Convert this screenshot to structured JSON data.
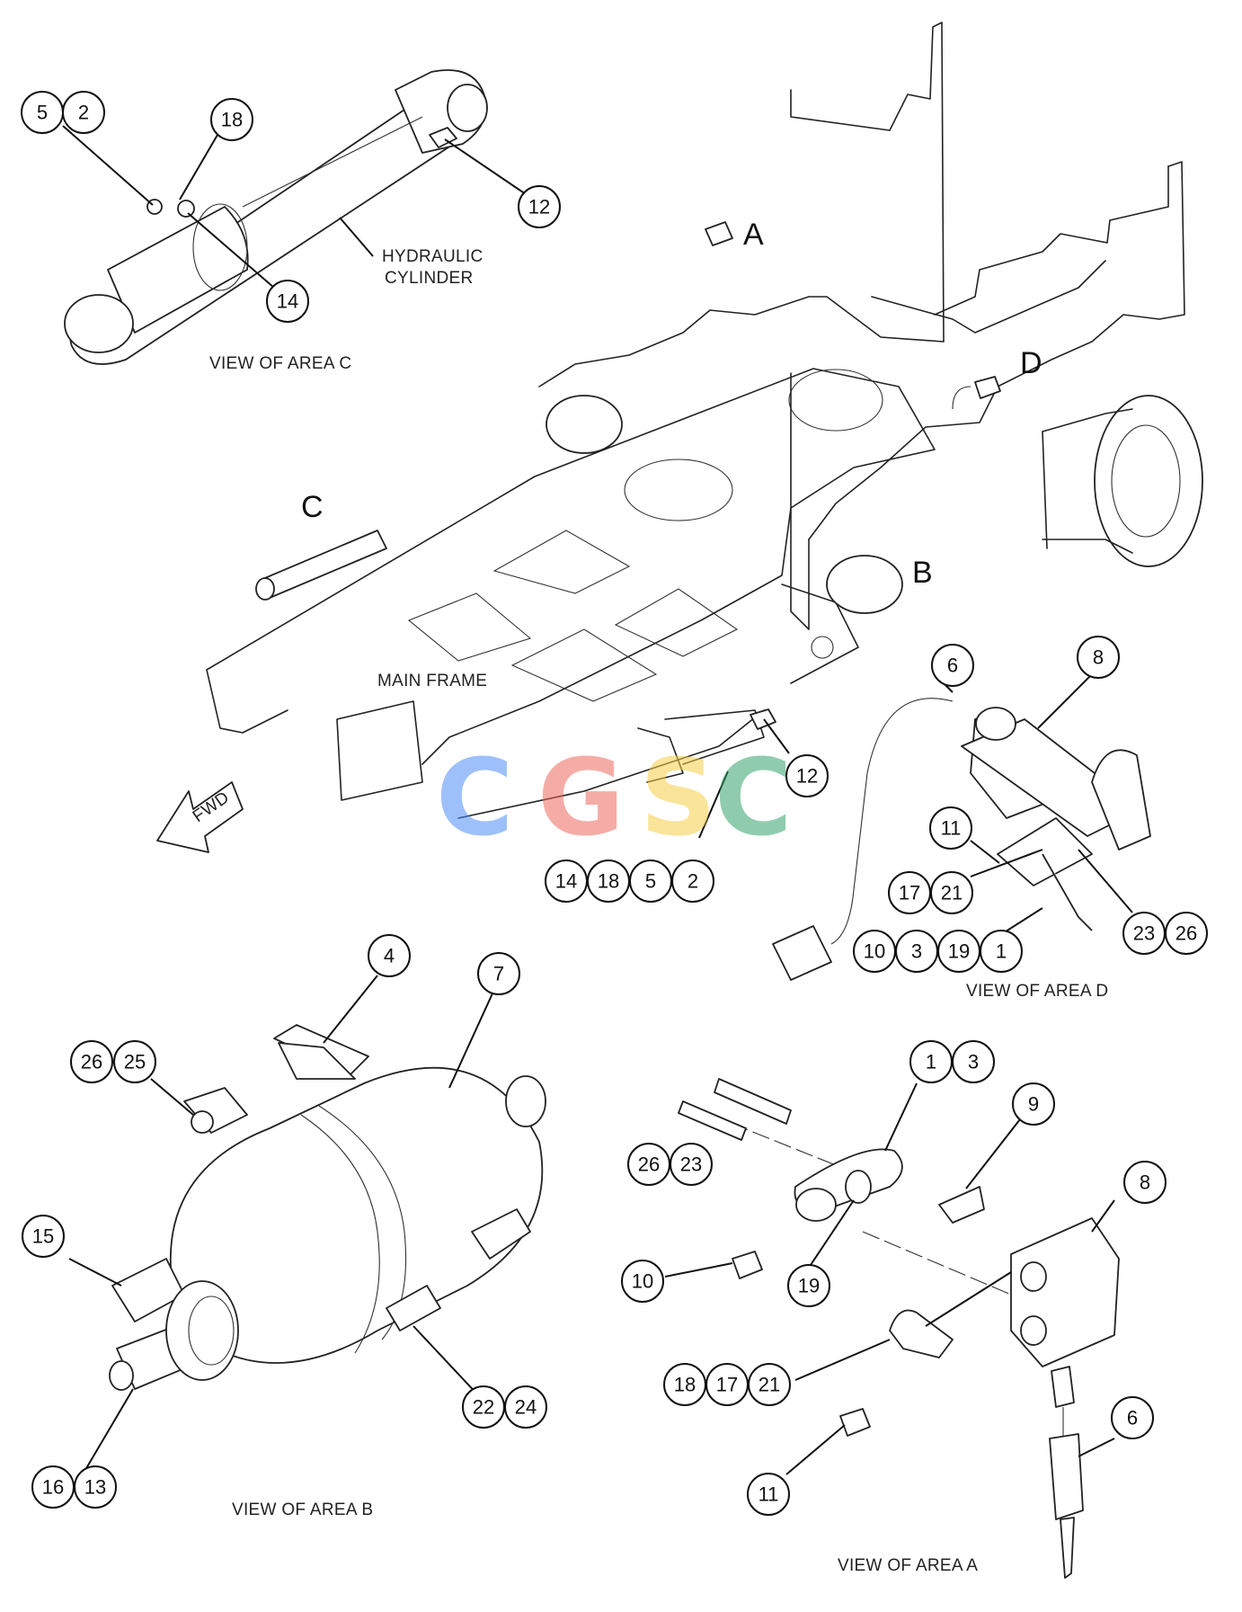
{
  "labels": {
    "view_c": "VIEW OF AREA C",
    "view_d": "VIEW OF AREA D",
    "view_b": "VIEW OF AREA B",
    "view_a": "VIEW OF AREA A",
    "main_frame": "MAIN FRAME",
    "hydraulic_cylinder_line1": "HYDRAULIC",
    "hydraulic_cylinder_line2": "CYLINDER",
    "fwd": "FWD"
  },
  "area_letters": {
    "a": "A",
    "b": "B",
    "c": "C",
    "d": "D"
  },
  "watermark": {
    "text": [
      "C",
      "G",
      "S",
      "C"
    ],
    "colors": [
      "#4f8ef7",
      "#ee6a60",
      "#f7cf47",
      "#35a46b"
    ]
  },
  "callouts": [
    "5",
    "2",
    "18",
    "12",
    "14",
    "12",
    "14",
    "18",
    "5",
    "2",
    "6",
    "8",
    "11",
    "17",
    "21",
    "23",
    "26",
    "10",
    "3",
    "19",
    "1",
    "4",
    "7",
    "26",
    "25",
    "15",
    "22",
    "24",
    "16",
    "13",
    "1",
    "3",
    "9",
    "26",
    "23",
    "8",
    "10",
    "19",
    "18",
    "17",
    "21",
    "6",
    "11"
  ]
}
